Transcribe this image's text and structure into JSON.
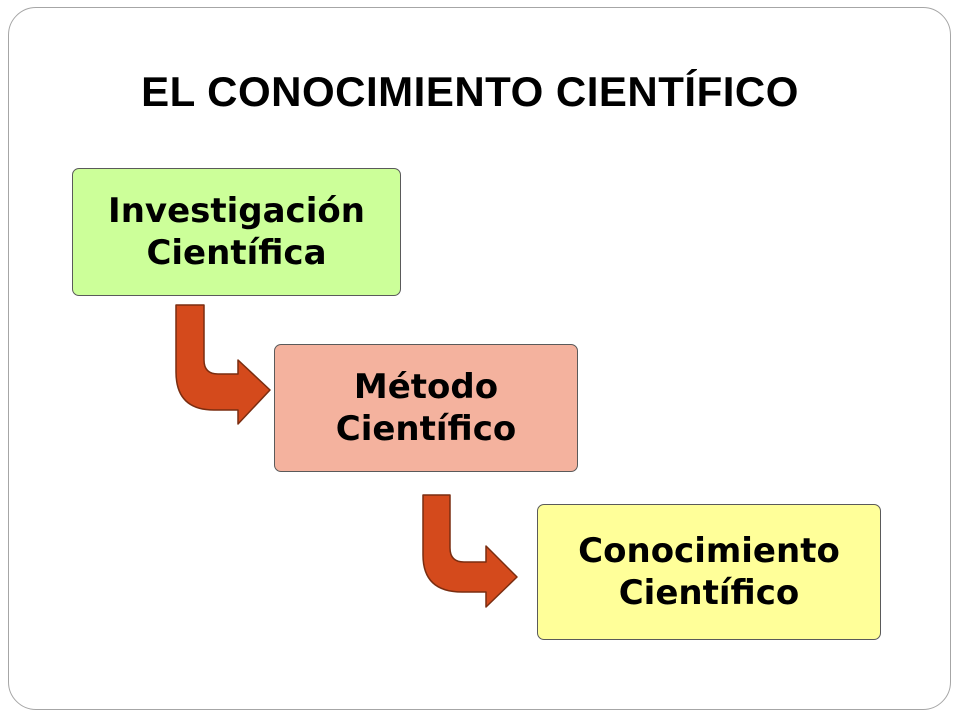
{
  "title": "EL CONOCIMIENTO CIENTÍFICO",
  "boxes": [
    {
      "line1": "Investigación",
      "line2": "Científica",
      "fill": "#ccff99"
    },
    {
      "line1": "Método",
      "line2": "Científico",
      "fill": "#f4b29e"
    },
    {
      "line1": "Conocimiento",
      "line2": "Científico",
      "fill": "#ffff99"
    }
  ],
  "colors": {
    "arrow_fill": "#d44a1c",
    "arrow_stroke": "#7a2d10",
    "frame": "#a6a6a6"
  },
  "icons": [
    "bent-arrow-icon",
    "bent-arrow-icon"
  ]
}
